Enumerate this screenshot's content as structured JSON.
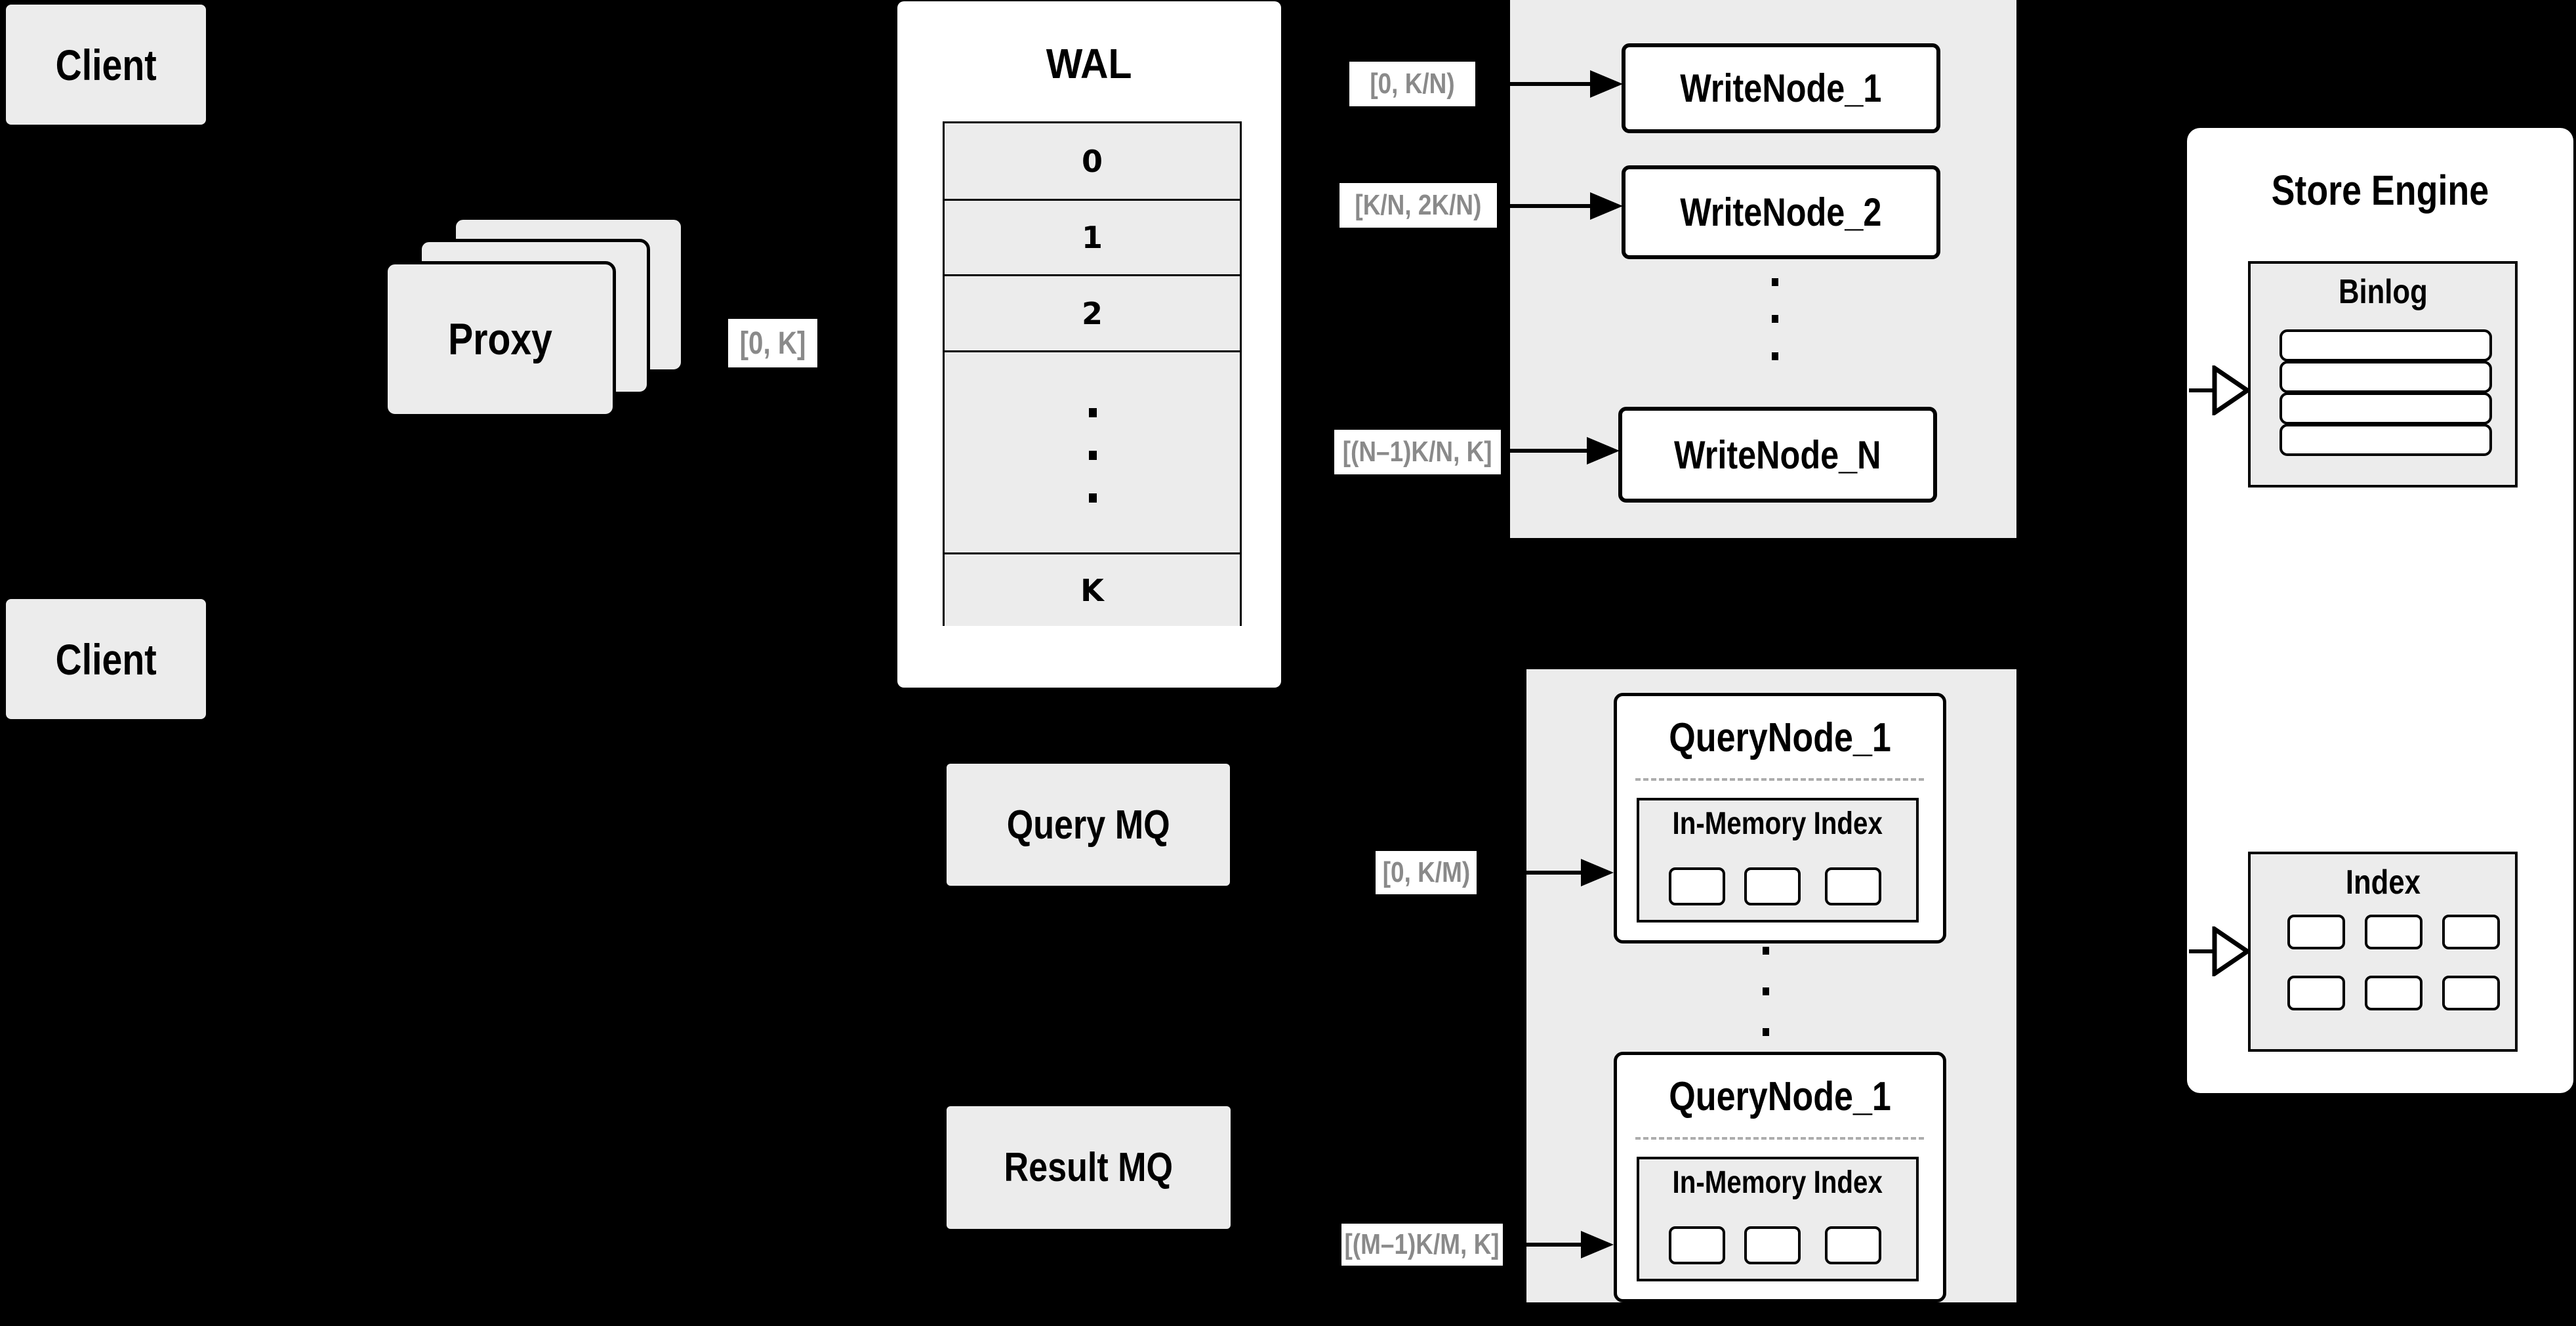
{
  "colors": {
    "background": "#000000",
    "box_gray": "#ececec",
    "box_white": "#ffffff",
    "line_black": "#000000",
    "range_label_text": "#8a8a8a",
    "dashed_separator": "#adadad"
  },
  "clients": {
    "top": "Client",
    "bottom": "Client"
  },
  "proxy": {
    "label": "Proxy"
  },
  "wal": {
    "title": "WAL",
    "rows": [
      "0",
      "1",
      "2",
      "K"
    ]
  },
  "range_labels": {
    "proxy_out": "[0, K]",
    "write_1": "[0, K/N)",
    "write_2": "[K/N, 2K/N)",
    "write_n": "[(N–1)K/N, K]",
    "query_1": "[0, K/M)",
    "query_m": "[(M–1)K/M, K]"
  },
  "write_nodes": {
    "node_1": "WriteNode_1",
    "node_2": "WriteNode_2",
    "node_n": "WriteNode_N"
  },
  "mq": {
    "query": "Query MQ",
    "result": "Result MQ"
  },
  "query_nodes": {
    "node_top": {
      "title": "QueryNode_1",
      "inner_title": "In-Memory Index"
    },
    "node_bottom": {
      "title": "QueryNode_1",
      "inner_title": "In-Memory Index"
    }
  },
  "store_engine": {
    "title": "Store Engine",
    "binlog_title": "Binlog",
    "index_title": "Index"
  }
}
